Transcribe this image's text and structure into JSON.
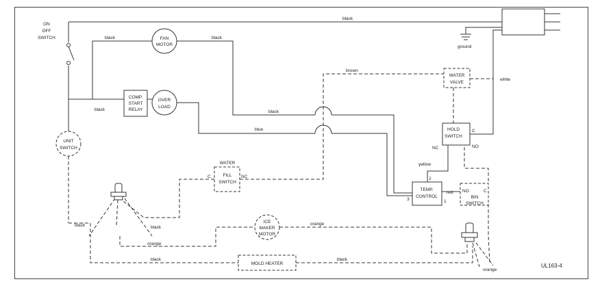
{
  "components": {
    "on_off_switch": [
      "ON",
      "OFF",
      "SWITCH"
    ],
    "fan_motor": [
      "FAN",
      "MOTOR"
    ],
    "comp_start_relay": [
      "COMP.",
      "START",
      "RELAY"
    ],
    "over_load": [
      "OVER",
      "LOAD"
    ],
    "unit_switch": [
      "UNIT",
      "SWITCH"
    ],
    "water_valve": [
      "WATER",
      "VALVE"
    ],
    "hold_switch": [
      "HOLD",
      "SWITCH"
    ],
    "water_fill_switch": {
      "title": "WATER",
      "lines": [
        "FILL",
        "SWITCH"
      ]
    },
    "temp_control": [
      "TEMP.",
      "CONTROL"
    ],
    "bin_switch": [
      "BIN",
      "SWITCH"
    ],
    "ice_maker_motor": [
      "ICE",
      "MAKER",
      "MOTOR"
    ],
    "mold_heater": "MOLD HEATER"
  },
  "wire_labels": {
    "black_top": "black",
    "black_fan_left": "black",
    "black_fan_right": "black",
    "ground": "ground",
    "brown": "brown",
    "white": "white",
    "black_relay": "black",
    "black_mid": "black",
    "blue": "blue",
    "yellow": "yellow",
    "red": "red",
    "black_left_bottom": "black",
    "black_lower": "black",
    "orange_lower": "orange",
    "orange_motor": "orange",
    "black_bottom_left": "black",
    "black_bottom_right": "black",
    "orange_right": "orange"
  },
  "terminals": {
    "hold_c": "C",
    "hold_nc": "NC",
    "hold_no": "NO",
    "fill_c": "C",
    "fill_nc": "NC",
    "temp_1": "1",
    "temp_2": "2",
    "temp_3": "3",
    "bin_no": "NO",
    "bin_c": "C"
  },
  "diagram_id": "UL163-4"
}
